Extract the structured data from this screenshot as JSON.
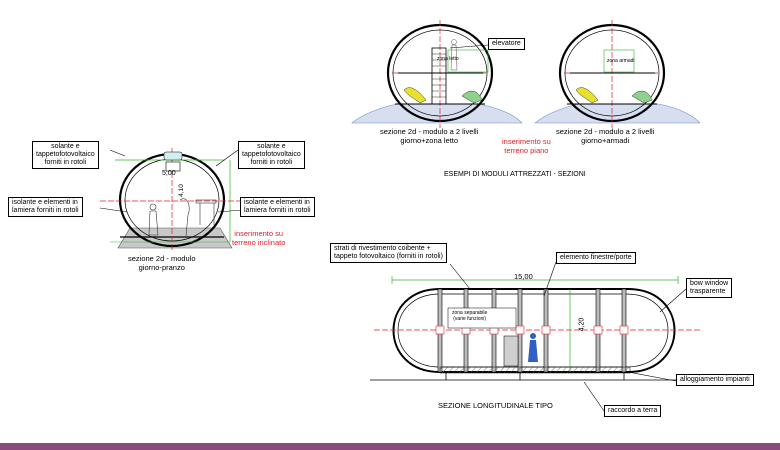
{
  "colors": {
    "accent_red": "#e0202a",
    "guide_green": "#2fb52f",
    "footer_bar": "#8a4a7e",
    "sky_blue": "#6a8fd0"
  },
  "left_section": {
    "callout_solar_left": "solante e\ntappetofotovoltaico\nforniti in rotoli",
    "callout_solar_right": "solante e\ntappetofotovoltaico\nforniti in rotoli",
    "callout_insul_left": "isolante e elementi in\nlamiera forniti in rotoli",
    "callout_insul_right": "isolante e elementi in\nlamiera forniti in rotoli",
    "dim_width": "5,00",
    "dim_height": "4,10",
    "inclined": "inserimento su\nterreno inclinato",
    "caption": "sezione 2d - modulo\ngiorno-pranzo"
  },
  "top_sections": {
    "callout_elevator": "elevatore",
    "zone_a_label": "zona letto",
    "zone_b_label": "zona armadi",
    "caption_a": "sezione 2d - modulo a 2 livelli\ngiorno+zona letto",
    "caption_b": "sezione 2d - modulo a 2 livelli\ngiorno+armadi",
    "flat": "inserimento su\nterreno piano",
    "title": "ESEMPI DI MODULI ATTREZZATI - SEZIONI"
  },
  "long_section": {
    "callout_strati": "strati di rivestimento coibente +\ntappeto fotovoltaico (forniti in rotoli)",
    "callout_finestre": "elemento finestre/porte",
    "callout_bow": "bow window\ntrasparente",
    "callout_impianti": "alloggiamento impianti",
    "callout_raccordo": "raccordo a terra",
    "dim_length": "15,00",
    "dim_height": "4,20",
    "zone_label": "zona separabile\n(varie funzioni)",
    "caption": "SEZIONE LONGITUDINALE TIPO"
  }
}
